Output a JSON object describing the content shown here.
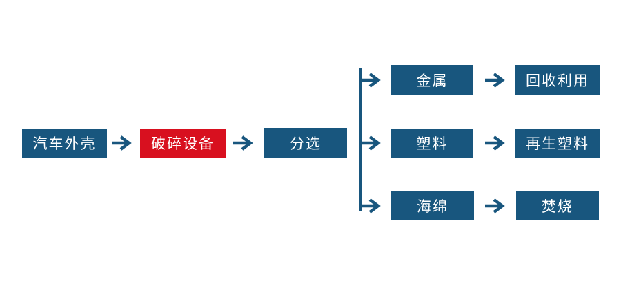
{
  "diagram": {
    "type": "flowchart",
    "description": "Automobile shell recycling process flow"
  },
  "colors": {
    "primary": "#18567E",
    "accent": "#D8101F",
    "background": "#FFFFFF",
    "node_text": "#FFFFFF"
  },
  "flow": {
    "main_nodes": [
      {
        "label": "汽车外壳",
        "color": "#18567E"
      },
      {
        "label": "破碎设备",
        "color": "#D8101F"
      },
      {
        "label": "分选",
        "color": "#18567E"
      }
    ],
    "branches": [
      {
        "material": "金属",
        "outcome": "回收利用"
      },
      {
        "material": "塑料",
        "outcome": "再生塑料"
      },
      {
        "material": "海绵",
        "outcome": "焚烧"
      }
    ]
  }
}
